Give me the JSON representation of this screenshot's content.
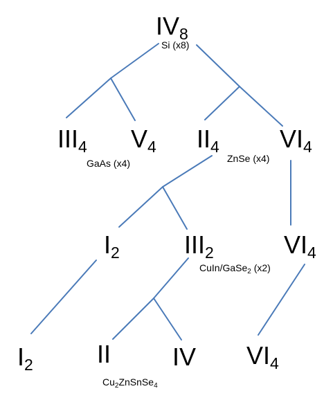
{
  "edge_color": "#4a7ab8",
  "nodes": {
    "root": {
      "base": "IV",
      "sub": "8"
    },
    "iii_a": {
      "base": "III",
      "sub": "4"
    },
    "v_a": {
      "base": "V",
      "sub": "4"
    },
    "ii_a": {
      "base": "II",
      "sub": "4"
    },
    "vi_a": {
      "base": "VI",
      "sub": "4"
    },
    "i_b": {
      "base": "I",
      "sub": "2"
    },
    "iii_b": {
      "base": "III",
      "sub": "2"
    },
    "vi_b": {
      "base": "VI",
      "sub": "4"
    },
    "i_c": {
      "base": "I",
      "sub": "2"
    },
    "ii_c": {
      "base": "II",
      "sub": ""
    },
    "iv_c": {
      "base": "IV",
      "sub": ""
    },
    "vi_c": {
      "base": "VI",
      "sub": "4"
    }
  },
  "annotations": {
    "si": {
      "text": "Si (x8)"
    },
    "gaas": {
      "text": "GaAs (x4)"
    },
    "znse": {
      "text": "ZnSe (x4)"
    },
    "cigs": {
      "pre": "CuIn/GaSe",
      "sub": "2",
      "post": " (x2)"
    },
    "czts": {
      "p1": "Cu",
      "s1": "2",
      "p2": "ZnSnSe",
      "s2": "4"
    }
  }
}
